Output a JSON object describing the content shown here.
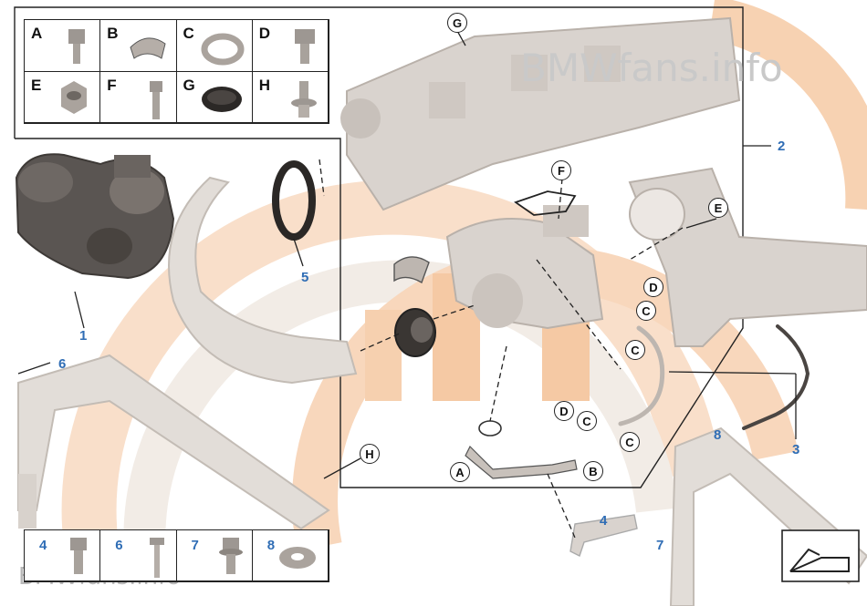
{
  "watermark": {
    "top": "BMWfans.info",
    "bottom": "BMWfans.info"
  },
  "legend_top": {
    "cells": [
      {
        "label": "A",
        "icon": "banjo-bolt-icon"
      },
      {
        "label": "B",
        "icon": "hose-clamp-icon"
      },
      {
        "label": "C",
        "icon": "sealing-ring-icon"
      },
      {
        "label": "D",
        "icon": "hollow-bolt-icon"
      },
      {
        "label": "E",
        "icon": "hex-nut-icon"
      },
      {
        "label": "F",
        "icon": "stud-bolt-icon"
      },
      {
        "label": "G",
        "icon": "rubber-grommet-icon"
      },
      {
        "label": "H",
        "icon": "collar-screw-icon"
      }
    ]
  },
  "legend_bottom": {
    "cells": [
      {
        "label": "4",
        "icon": "hex-bolt-icon"
      },
      {
        "label": "6",
        "icon": "long-bolt-icon"
      },
      {
        "label": "7",
        "icon": "washer-bolt-icon"
      },
      {
        "label": "8",
        "icon": "washer-icon"
      }
    ]
  },
  "callouts": {
    "n1": "1",
    "n2": "2",
    "n3": "3",
    "n4": "4",
    "n5": "5",
    "n6": "6",
    "n7": "7",
    "n8": "8"
  },
  "letters": {
    "G": "G",
    "F": "F",
    "E": "E",
    "D1": "D",
    "C1": "C",
    "C2": "C",
    "D2": "D",
    "C3": "C",
    "C4": "C",
    "H": "H",
    "A": "A",
    "B": "B"
  },
  "colors": {
    "callout_blue": "#2f6db5",
    "part_grey": "#d9d3ce",
    "part_shade": "#b9b1aa",
    "bg_orange": "#f9d9bf",
    "turbo_dark": "#5a5552"
  },
  "nav_button": {
    "icon": "nav-arrow-icon"
  }
}
